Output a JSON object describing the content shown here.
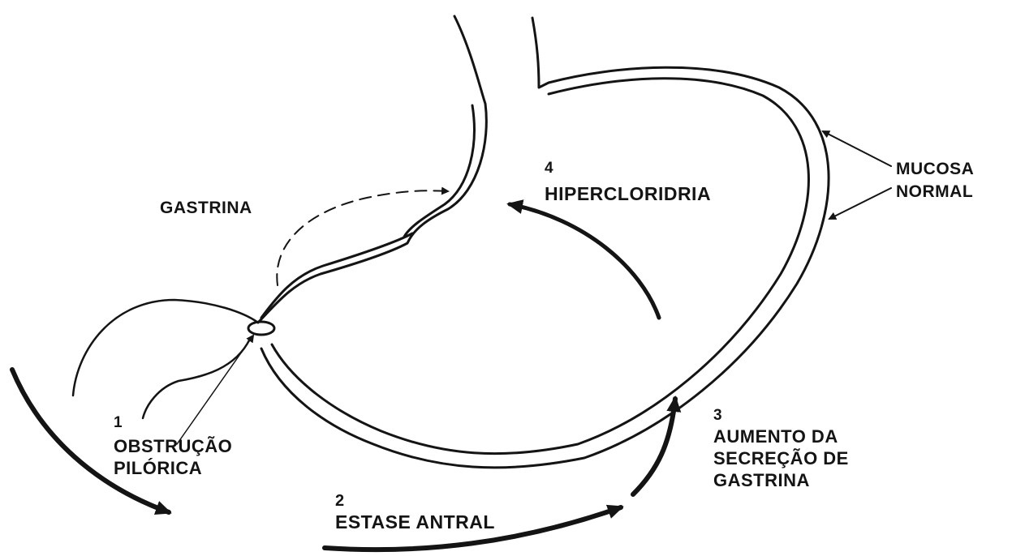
{
  "labels": {
    "gastrina": "GASTRINA",
    "step4_num": "4",
    "step4_text": "HIPERCLORIDRIA",
    "mucosa_1": "MUCOSA",
    "mucosa_2": "NORMAL",
    "step1_num": "1",
    "step1_line1": "OBSTRUÇÃO",
    "step1_line2": "PILÓRICA",
    "step2_num": "2",
    "step2_text": "ESTASE ANTRAL",
    "step3_num": "3",
    "step3_line1": "AUMENTO DA",
    "step3_line2": "SECREÇÃO DE",
    "step3_line3": "GASTRINA"
  },
  "colors": {
    "ink": "#141414",
    "background": "#ffffff"
  }
}
